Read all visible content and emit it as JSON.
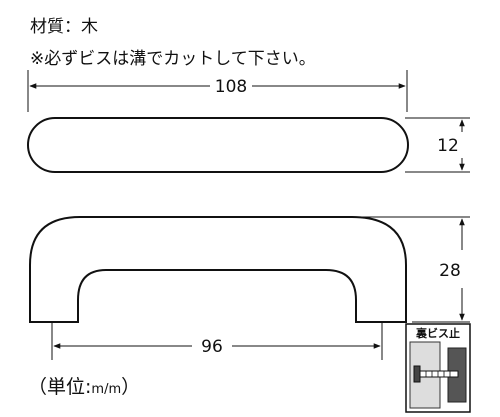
{
  "header": {
    "material": "材質：木",
    "note": "※必ずビスは溝でカットして下さい。"
  },
  "dimensions": {
    "length": "108",
    "height": "12",
    "depth": "28",
    "pitch": "96"
  },
  "screw_badge": {
    "label": "裏ビス止"
  },
  "footer": {
    "unit_prefix": "（単位:",
    "unit_mm": "m/m",
    "unit_suffix": "）"
  },
  "colors": {
    "line": "#111111",
    "badge_fill": "#555555",
    "badge_light": "#dddddd"
  }
}
